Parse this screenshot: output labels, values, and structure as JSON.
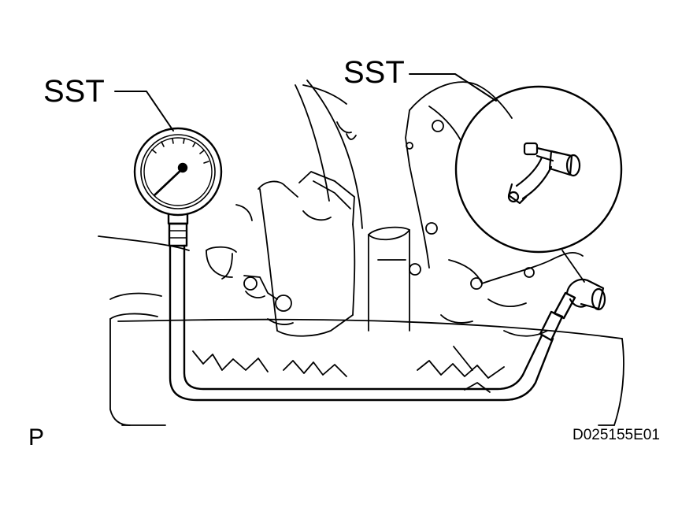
{
  "labels": {
    "sst_gauge": "SST",
    "sst_adapter": "SST",
    "view_code": "P",
    "figure_id": "D025155E01"
  },
  "icons": {
    "gauge": "pressure-gauge-icon",
    "adapter": "union-adapter-icon"
  },
  "colors": {
    "line": "#000000",
    "background": "#ffffff"
  }
}
